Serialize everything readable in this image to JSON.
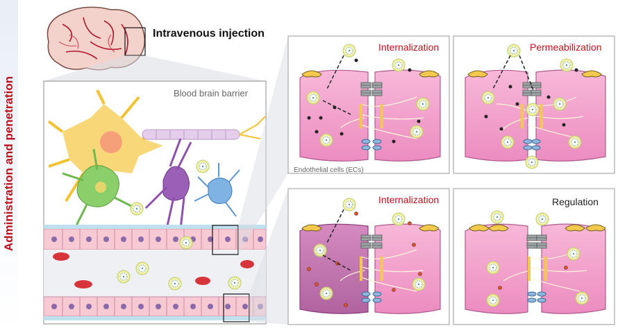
{
  "side_title": "Administration and penetration",
  "injection_label": "Intravenous injection",
  "bbb_label": "Blood brain barrier",
  "ec_label": "Endothelial cells (ECs)",
  "panels": [
    {
      "title": "Internalization"
    },
    {
      "title": "Permeabilization"
    },
    {
      "title": "Internalization"
    },
    {
      "title": "Regulation"
    }
  ],
  "colors": {
    "accent_red": "#c0111f",
    "cell_pink": "#f3a6cf",
    "cell_purple": "#c77bb3",
    "panel_border": "#9a9a9a",
    "nanoparticle_glow": "#f4f08a"
  },
  "icons": [
    "brain-icon",
    "neuron-icon",
    "astrocyte-icon",
    "microglia-icon",
    "nanoparticle-icon",
    "red-blood-cell-icon",
    "tight-junction-icon"
  ]
}
